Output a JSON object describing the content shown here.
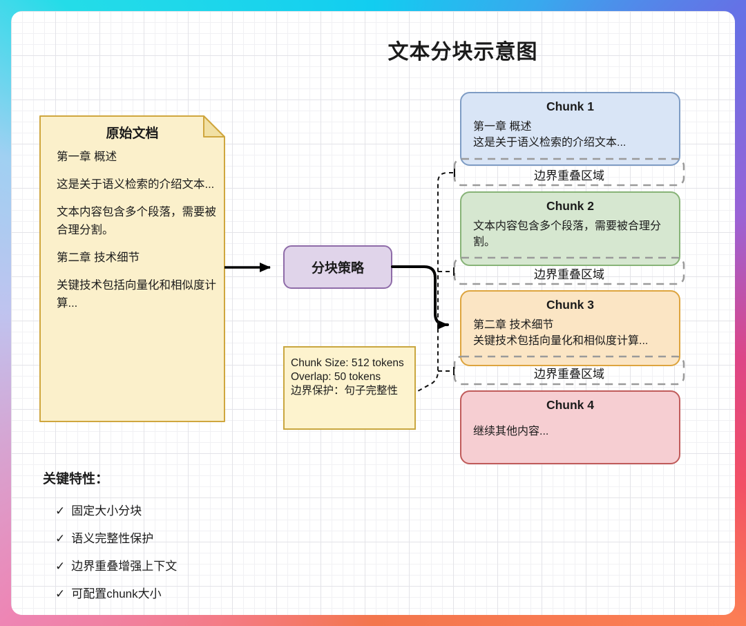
{
  "title": "文本分块示意图",
  "document": {
    "title": "原始文档",
    "paragraphs": [
      "第一章 概述",
      "这是关于语义检索的介绍文本...",
      "文本内容包含多个段落，需要被合理分割。",
      "第二章 技术细节",
      "关键技术包括向量化和相似度计算..."
    ]
  },
  "strategy": {
    "label": "分块策略"
  },
  "note": {
    "lines": [
      "Chunk Size: 512 tokens",
      "Overlap: 50 tokens",
      "边界保护：句子完整性"
    ]
  },
  "chunks": [
    {
      "title": "Chunk 1",
      "line1": "第一章 概述",
      "line2": "这是关于语义检索的介绍文本...",
      "fill": "#d9e5f6",
      "border": "#7e9cc4"
    },
    {
      "title": "Chunk 2",
      "line1": "文本内容包含多个段落，需要被合理分割。",
      "line2": "",
      "fill": "#d6e7d0",
      "border": "#87b377"
    },
    {
      "title": "Chunk 3",
      "line1": "第二章 技术细节",
      "line2": "关键技术包括向量化和相似度计算...",
      "fill": "#fbe5c4",
      "border": "#dda43e"
    },
    {
      "title": "Chunk 4",
      "line1": "继续其他内容...",
      "line2": "",
      "fill": "#f6ced2",
      "border": "#c05b5a"
    }
  ],
  "overlap_label": "边界重叠区域",
  "features": {
    "heading": "关键特性：",
    "check": "✓",
    "items": [
      "固定大小分块",
      "语义完整性保护",
      "边界重叠增强上下文",
      "可配置chunk大小"
    ]
  },
  "colors": {
    "document_fill": "#fbf0cb",
    "document_border": "#cfa63e",
    "strategy_fill": "#e0d4ea",
    "strategy_border": "#8e6ba8",
    "note_fill": "#fdf3ce",
    "note_border": "#c9a63f",
    "overlap_border": "#9a9a9a",
    "connector": "#000000",
    "frame_gradient": [
      "#24dce8",
      "#6472e6",
      "#dd4687",
      "#fb7d55",
      "#f3764d",
      "#ee85b4",
      "#bfc3ef",
      "#a0d0f2"
    ]
  }
}
